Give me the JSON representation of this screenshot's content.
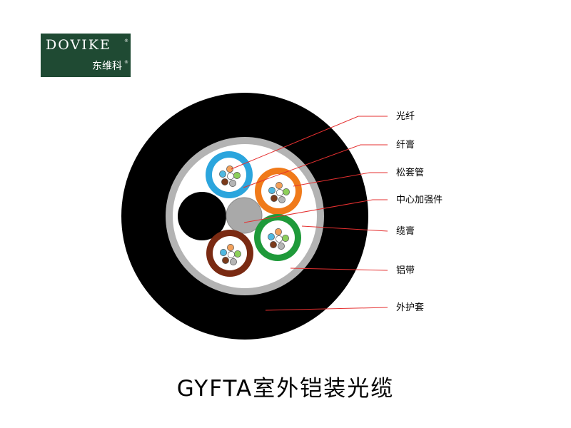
{
  "logo": {
    "brand": "DOVIKE",
    "brand_cn": "东维科",
    "reg_mark": "®"
  },
  "labels": [
    "光纤",
    "纤膏",
    "松套管",
    "中心加强件",
    "缆膏",
    "铝带",
    "外护套"
  ],
  "title": "GYFTA室外铠装光缆",
  "colors": {
    "outer_sheath": "#000000",
    "aluminum_tape": "#b3b3b3",
    "cable_gel": "#ffffff",
    "central_member": "#a9a9a9",
    "tube_blue": "#2ba5dd",
    "tube_orange": "#f07a1a",
    "tube_green": "#1f9a3a",
    "tube_brown": "#7a2a12",
    "leader_line": "#e53030",
    "logo_bg": "#1f4a33"
  },
  "fiber_colors": [
    "#f2a05a",
    "#4fb8e0",
    "#8ccf5a",
    "#7a3a1a",
    "#b5b5b5",
    "#ffffff"
  ]
}
